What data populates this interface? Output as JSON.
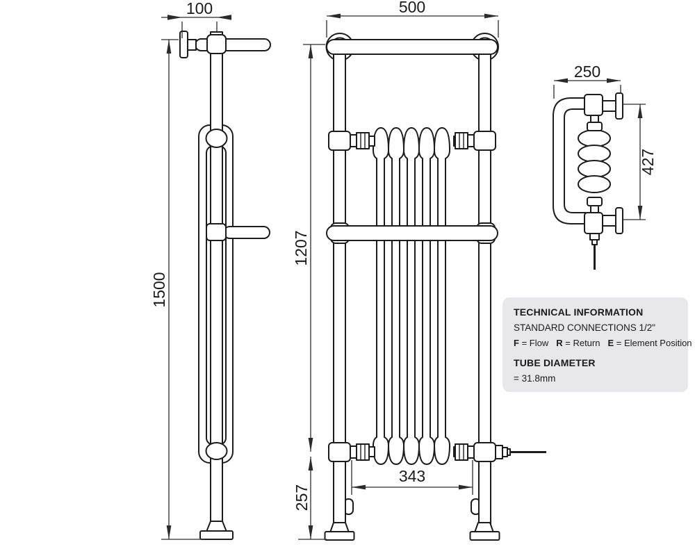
{
  "views": {
    "side": {
      "dims": {
        "wall_offset": "100",
        "overall_height": "1500"
      }
    },
    "front": {
      "dims": {
        "overall_width": "500",
        "rail_height": "1207",
        "base_height": "257",
        "tapping_centres": "343"
      }
    },
    "top": {
      "dims": {
        "depth": "250",
        "bracket_centres": "427"
      }
    }
  },
  "info_box": {
    "title": "TECHNICAL INFORMATION",
    "connections": "STANDARD CONNECTIONS 1/2\"",
    "legend": [
      {
        "key": "F",
        "value": "= Flow"
      },
      {
        "key": "R",
        "value": "= Return"
      },
      {
        "key": "E",
        "value": "= Element Position"
      }
    ],
    "tube_heading": "TUBE DIAMETER",
    "tube_value": "= 31.8mm"
  },
  "colors": {
    "line": "#1c1c1c",
    "panel": "#e8e8ea",
    "background": "#ffffff"
  }
}
